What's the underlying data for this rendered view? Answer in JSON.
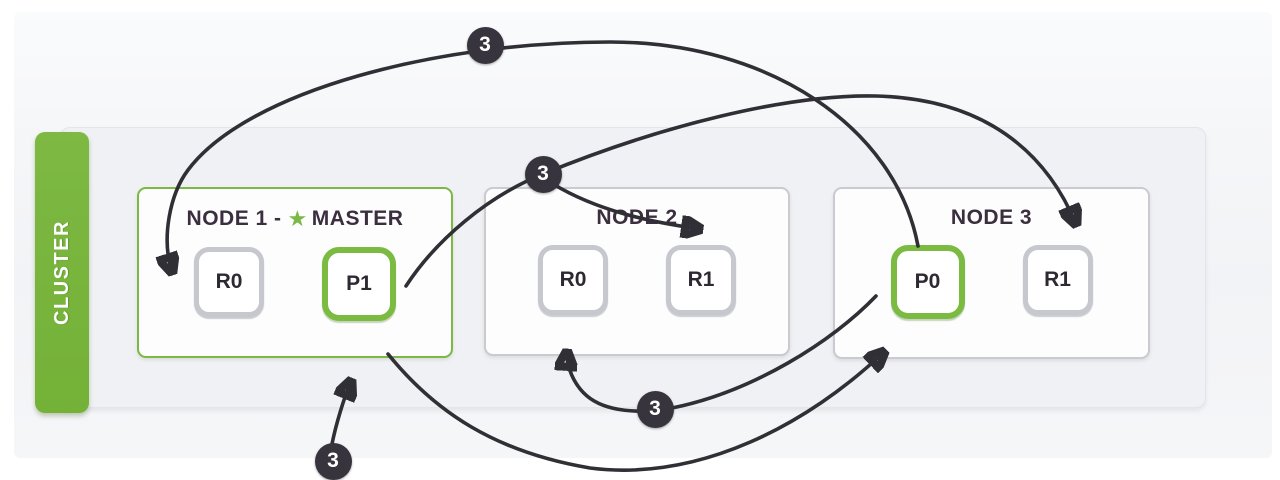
{
  "cluster": {
    "label": "CLUSTER"
  },
  "nodes": [
    {
      "title": "NODE 1 -",
      "master_label": "MASTER",
      "shards": [
        {
          "label": "R0",
          "role": "replica"
        },
        {
          "label": "P1",
          "role": "primary"
        }
      ]
    },
    {
      "title": "NODE 2",
      "shards": [
        {
          "label": "R0",
          "role": "replica"
        },
        {
          "label": "R1",
          "role": "replica"
        }
      ]
    },
    {
      "title": "NODE 3",
      "shards": [
        {
          "label": "P0",
          "role": "primary"
        },
        {
          "label": "R1",
          "role": "replica"
        }
      ]
    }
  ],
  "badges": [
    {
      "label": "3"
    },
    {
      "label": "3"
    },
    {
      "label": "3"
    },
    {
      "label": "3"
    }
  ],
  "icons": {
    "master_star": "★"
  },
  "colors": {
    "green_bar": "#78b43d",
    "green_border": "#7cbb42",
    "gray_border": "#c6c8ce",
    "arrow_dark": "#312f36",
    "badge_bg": "#37343d",
    "text_dark": "#3b2e3e"
  }
}
